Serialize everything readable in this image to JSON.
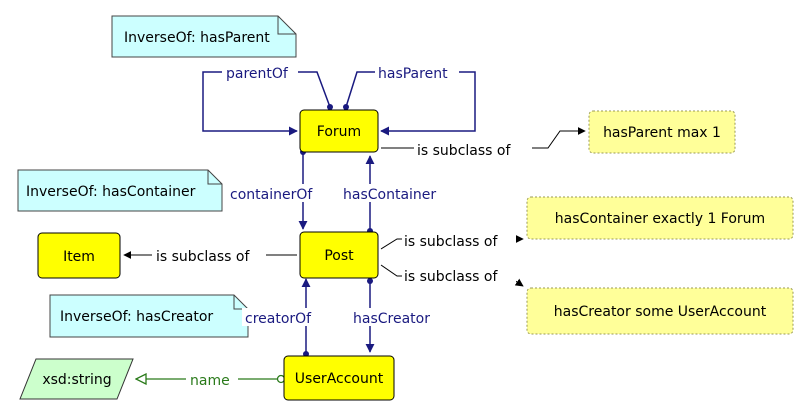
{
  "classes": {
    "forum": "Forum",
    "post": "Post",
    "item": "Item",
    "user_account": "UserAccount"
  },
  "datatypes": {
    "xsd_string": "xsd:string"
  },
  "notes": {
    "forum_inverse": "InverseOf: hasParent",
    "post_inverse": "InverseOf: hasContainer",
    "user_inverse": "InverseOf: hasCreator"
  },
  "restrictions": {
    "forum_restriction": "hasParent max 1",
    "post_restriction_1": "hasContainer exactly 1 Forum",
    "post_restriction_2": "hasCreator some UserAccount"
  },
  "properties": {
    "parent_of": "parentOf",
    "has_parent": "hasParent",
    "container_of": "containerOf",
    "has_container": "hasContainer",
    "creator_of": "creatorOf",
    "has_creator": "hasCreator",
    "name": "name"
  },
  "relations": {
    "subclass_forum": "is subclass of",
    "subclass_item": "is subclass of",
    "subclass_post_1": "is subclass of",
    "subclass_post_2": "is subclass of"
  },
  "colors": {
    "class_fill": "#ffff00",
    "restriction_fill": "#ffff99",
    "note_fill": "#ccffff",
    "datatype_fill": "#ccffcc",
    "object_property": "#1a1a80",
    "data_property": "#2a7a1a"
  }
}
